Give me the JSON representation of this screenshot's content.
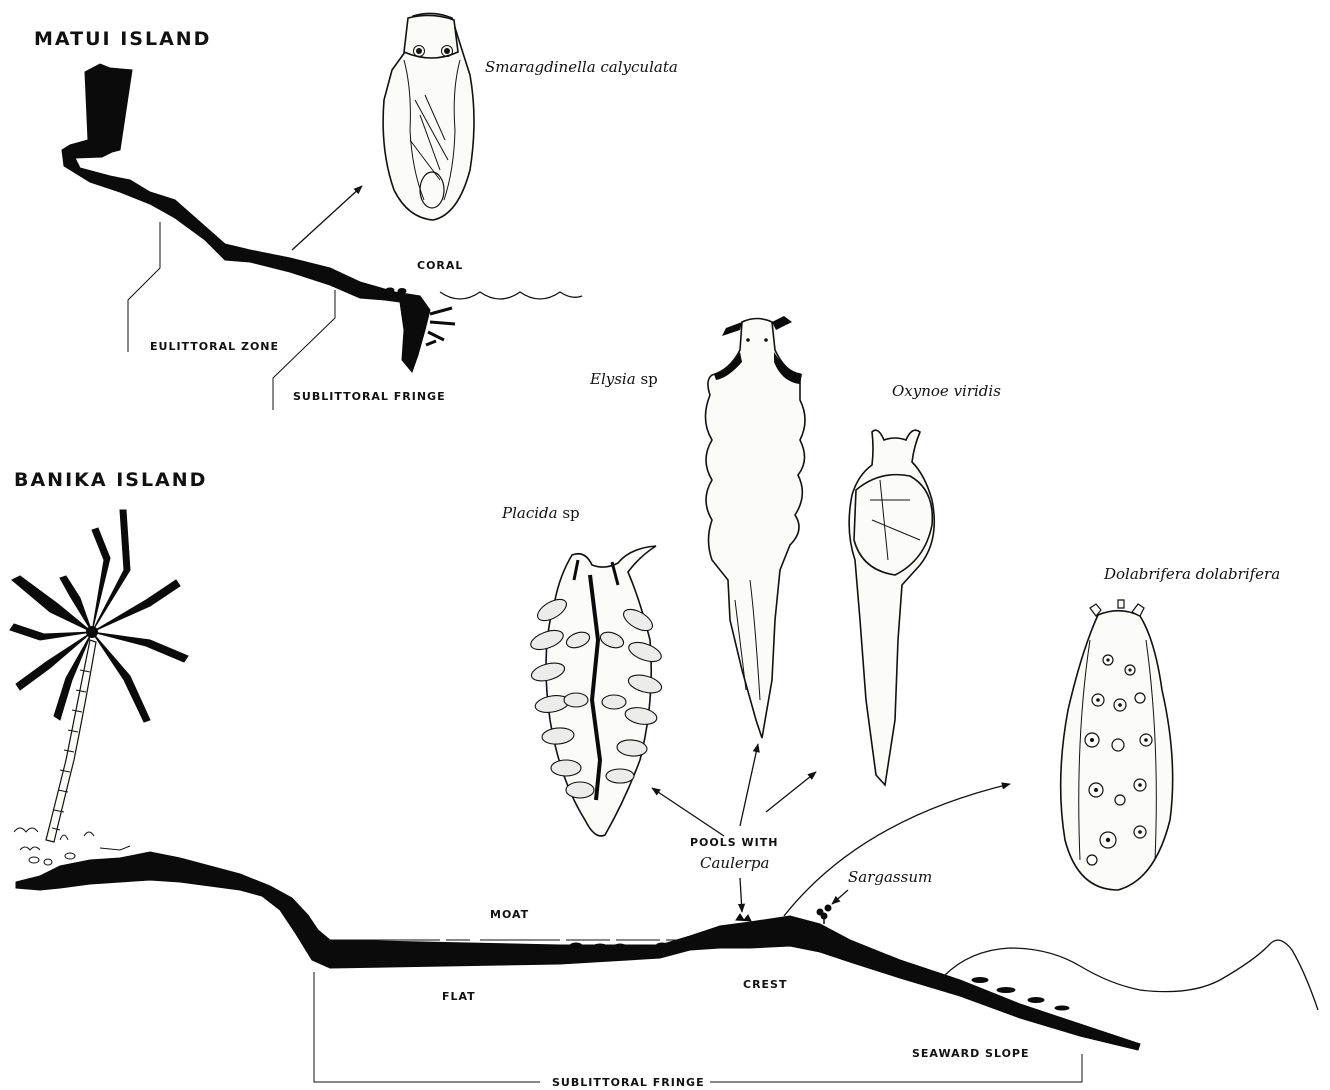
{
  "islands": {
    "matui": {
      "title": "MATUI ISLAND",
      "coral": "CORAL",
      "eulittoral": "EULITTORAL ZONE",
      "sublittoral": "SUBLITTORAL FRINGE"
    },
    "banika": {
      "title": "BANIKA ISLAND",
      "moat": "MOAT",
      "flat": "FLAT",
      "crest": "CREST",
      "seaward": "SEAWARD SLOPE",
      "sublittoral": "SUBLITTORAL FRINGE",
      "pools_prefix": "POOLS WITH",
      "pools_alga": "Caulerpa",
      "sargassum": "Sargassum"
    }
  },
  "species": {
    "smaragdinella": "Smaragdinella calyculata",
    "elysia_genus": "Elysia",
    "elysia_suffix": " sp",
    "oxynoe": "Oxynoe viridis",
    "placida_genus": "Placida",
    "placida_suffix": " sp",
    "dolabrifera": "Dolabrifera dolabrifera"
  }
}
